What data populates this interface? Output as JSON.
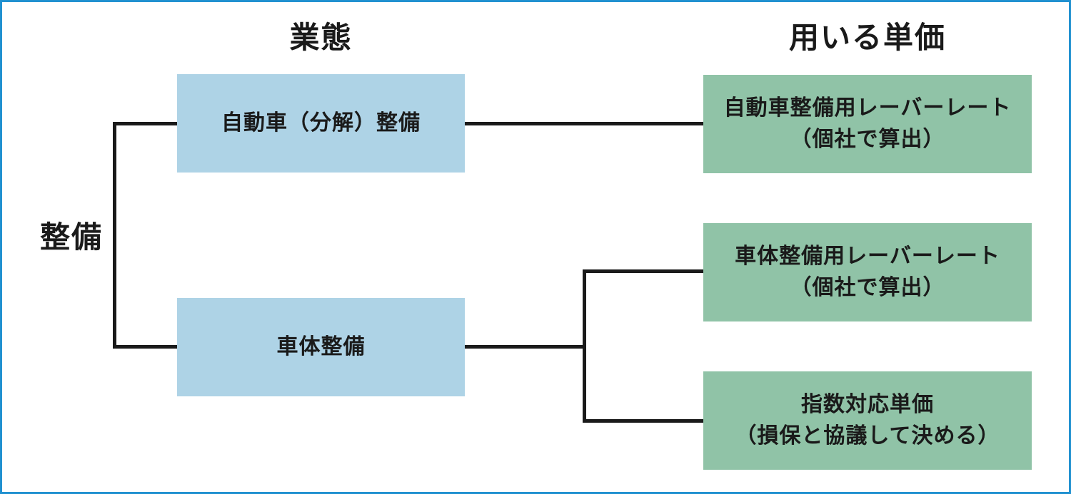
{
  "headers": {
    "business_type": "業態",
    "unit_price": "用いる単価"
  },
  "root": {
    "label": "整備"
  },
  "business_types": [
    {
      "label": "自動車（分解）整備"
    },
    {
      "label": "車体整備"
    }
  ],
  "unit_prices": [
    {
      "line1": "自動車整備用レーバーレート",
      "line2": "（個社で算出）"
    },
    {
      "line1": "車体整備用レーバーレート",
      "line2": "（個社で算出）"
    },
    {
      "line1": "指数対応単価",
      "line2": "（損保と協議して決める）"
    }
  ],
  "colors": {
    "canvas_border": "#2191d0",
    "business_box_fill": "#aed3e6",
    "unit_price_box_fill": "#90c3a7",
    "connector_line": "#1a1a1a",
    "text": "#1a1a1a",
    "background": "#ffffff"
  }
}
